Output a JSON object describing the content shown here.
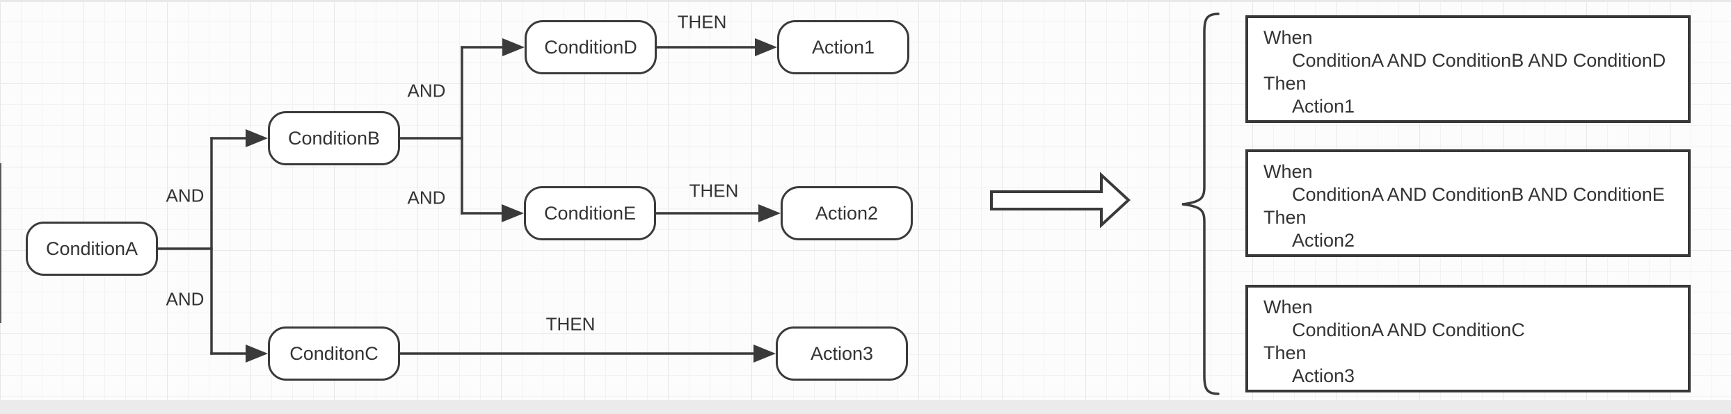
{
  "diagram": {
    "nodes": {
      "conditionA": "ConditionA",
      "conditionB": "ConditionB",
      "conditionC": "ConditonC",
      "conditionD": "ConditionD",
      "conditionE": "ConditionE",
      "action1": "Action1",
      "action2": "Action2",
      "action3": "Action3"
    },
    "edge_labels": {
      "and_a_b": "AND",
      "and_a_c": "AND",
      "and_b_d": "AND",
      "and_b_e": "AND",
      "then_d_1": "THEN",
      "then_e_2": "THEN",
      "then_c_3": "THEN"
    },
    "rules": [
      {
        "when_label": "When",
        "condition": "ConditionA AND ConditionB AND ConditionD",
        "then_label": "Then",
        "action": "Action1"
      },
      {
        "when_label": "When",
        "condition": "ConditionA AND ConditionB AND ConditionE",
        "then_label": "Then",
        "action": "Action2"
      },
      {
        "when_label": "When",
        "condition": "ConditionA AND ConditionC",
        "then_label": "Then",
        "action": "Action3"
      }
    ],
    "colors": {
      "stroke": "#3a3a3a",
      "node_fill": "#ffffff",
      "text": "#333333"
    }
  }
}
